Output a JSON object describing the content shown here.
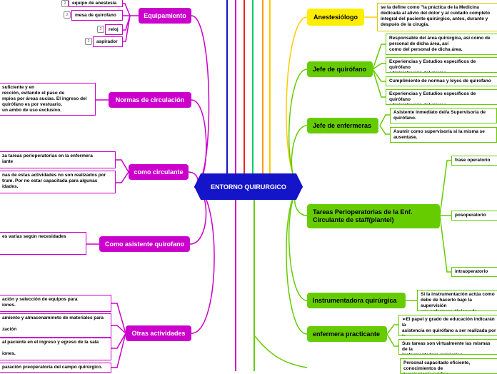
{
  "central": {
    "label": "ENTORNO QUIRURGICO"
  },
  "left": {
    "equipamiento": {
      "label": "Equipamiento",
      "items": [
        {
          "label": "equipo de anestesia",
          "count": "2"
        },
        {
          "label": "mesa de quirofano",
          "count": "2"
        },
        {
          "label": "reloj",
          "count": "2"
        },
        {
          "label": "aspirador",
          "count": "2"
        }
      ]
    },
    "normas": {
      "label": "Normas de circulación",
      "text": "suficiente y en\nrección, evitando el paso de\nmpios por áreas sucias. El ingreso del\nquirófano es por vestuario,\nun ambo de uso exclusivo."
    },
    "circulante": {
      "label": "como circulante",
      "texts": [
        "za tareas perioperatorias en la enfermera\niante",
        "nas de estas actividades no son realizados por\ntrum. Por no estar capacitada para algunas\nidades."
      ]
    },
    "asistente": {
      "label": "Como asistente quirofano",
      "text": "es varias según necesidades"
    },
    "otras": {
      "label": "Otras actividades",
      "texts": [
        "ación y selección de equipos para\niones.",
        "amiento y almacenamineto de materiales para\n\nzación",
        "al paciente en el ingreso y egreso de la sala\n\niones.",
        "paración preoperatoria del campo quirúrgico."
      ]
    }
  },
  "right": {
    "anestesiologo": {
      "label": "Anestesiólogo",
      "text": "se la define como \"la práctica de la Medicina\n dedicada al alivio del dolor y al cuidado completo\nintegral del paciente quirúrgico, antes, durante y\ndespués de la cirugía."
    },
    "jefe_quirofano": {
      "label": "Jefe de quirófano",
      "texts": [
        "Responsable del área quirúrgica, así como de\npersonal de dicha área, así\n como del personal de dicha área.",
        "Experiencias y Estudios específicos de quirófano\nadministración del mismo.",
        "Cumplimiento de normas y leyes de quirofano",
        "Experiencias y Estudios específicos de quirófano\nadministración del mismo."
      ]
    },
    "jefe_enfermeras": {
      "label": "Jefe de enfermeras",
      "texts": [
        "Asistente inmediato del/a Supervisor/a de\nquirófano.",
        "Asumir como supervisor/a si la misma se\nausentase."
      ]
    },
    "tareas": {
      "label": "Tareas Perioperatorias de la Enf.\nCirculante de staff(plantel)",
      "items": [
        "frase operatorio",
        "posoperatorio",
        "intraoperatorio"
      ]
    },
    "instrumentadora": {
      "label": "Instrumentadora  quirúrgica",
      "text": "Si la instrumentación actúa como\ndebe de hacerlo bajo la supervisión\nuna enfermera diplomada."
    },
    "practicante": {
      "label": "enfermera practicante",
      "texts": [
        "➢El papel y grado de educación indicarán la\nasistencia en quirófano a ser realizada por la\nmisma.",
        "Sus tareas son virtualmente las mismas de la\ninstrumentadora quirúrgica."
      ]
    },
    "bottom": {
      "text": "Personal capacitado eficiente, conocimientos de\nterminología médica."
    }
  }
}
